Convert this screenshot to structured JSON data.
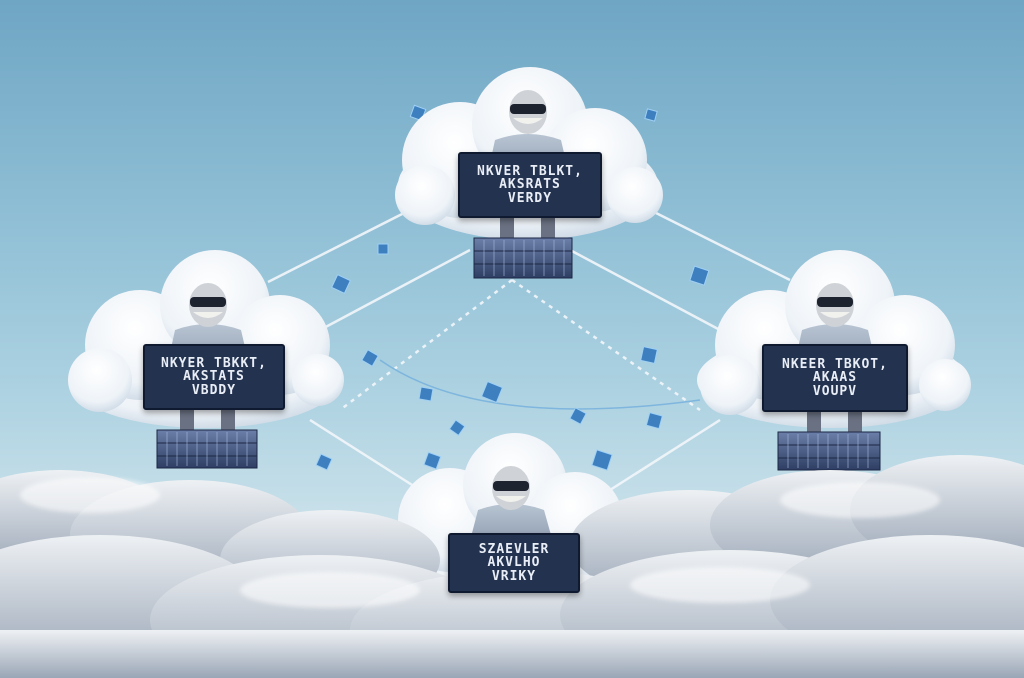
{
  "scene": {
    "description_colors": {
      "sky_top": "#6fa6c4",
      "sky_bottom": "#dfe8ee",
      "sign_bg": "#23324f",
      "cube": "#3d7fbf"
    }
  },
  "signs": [
    {
      "id": "top",
      "lines": [
        "NKVER TBLKT,",
        "AKSRATS",
        "VERDY"
      ]
    },
    {
      "id": "left",
      "lines": [
        "NKYER TBKKT,",
        "AKSTATS",
        "VBDDY"
      ]
    },
    {
      "id": "right",
      "lines": [
        "NKEER TBKOT,",
        "AKAAS",
        "VOUPV"
      ]
    },
    {
      "id": "bottom",
      "lines": [
        "SZAEVLER",
        "AKVLHO",
        "VRIKY"
      ]
    }
  ]
}
